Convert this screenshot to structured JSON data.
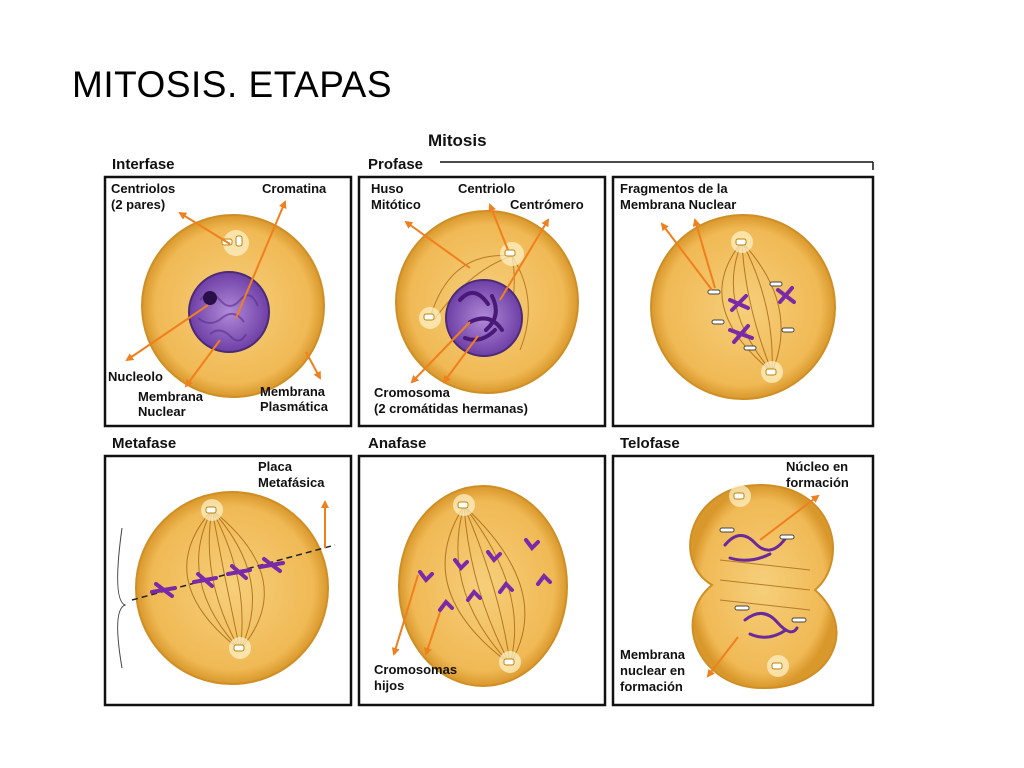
{
  "slide": {
    "title": "MITOSIS. ETAPAS"
  },
  "figure": {
    "mitosis_header": "Mitosis",
    "colors": {
      "cell": "#f2be5e",
      "cell_edge": "#d99b2a",
      "nucleus": "#8a5bbf",
      "chromosome": "#7a2aa8",
      "arrow": "#f07f1e",
      "border": "#111111"
    },
    "panels": [
      {
        "stage": "Interfase",
        "labels": {
          "centrioles_line1": "Centriolos",
          "centrioles_line2": "(2 pares)",
          "chromatin": "Cromatina",
          "nucleolus": "Nucleolo",
          "nuclear_membrane_line1": "Membrana",
          "nuclear_membrane_line2": "Nuclear",
          "plasma_membrane_line1": "Membrana",
          "plasma_membrane_line2": "Plasmática"
        }
      },
      {
        "stage": "Profase",
        "labels": {
          "spindle_line1": "Huso",
          "spindle_line2": "Mitótico",
          "centriole": "Centriolo",
          "centromere": "Centrómero",
          "chromosome_line1": "Cromosoma",
          "chromosome_line2": "(2 cromátidas hermanas)"
        }
      },
      {
        "stage": "",
        "labels": {
          "fragments_line1": "Fragmentos de la",
          "fragments_line2": "Membrana Nuclear"
        }
      },
      {
        "stage": "Metafase",
        "labels": {
          "plate_line1": "Placa",
          "plate_line2": "Metafásica"
        }
      },
      {
        "stage": "Anafase",
        "labels": {
          "daughter_line1": "Cromosomas",
          "daughter_line2": "hijos"
        }
      },
      {
        "stage": "Telofase",
        "labels": {
          "nucleus_line1": "Núcleo en",
          "nucleus_line2": "formación",
          "membrane_line1": "Membrana",
          "membrane_line2": "nuclear en",
          "membrane_line3": "formación"
        }
      }
    ]
  }
}
